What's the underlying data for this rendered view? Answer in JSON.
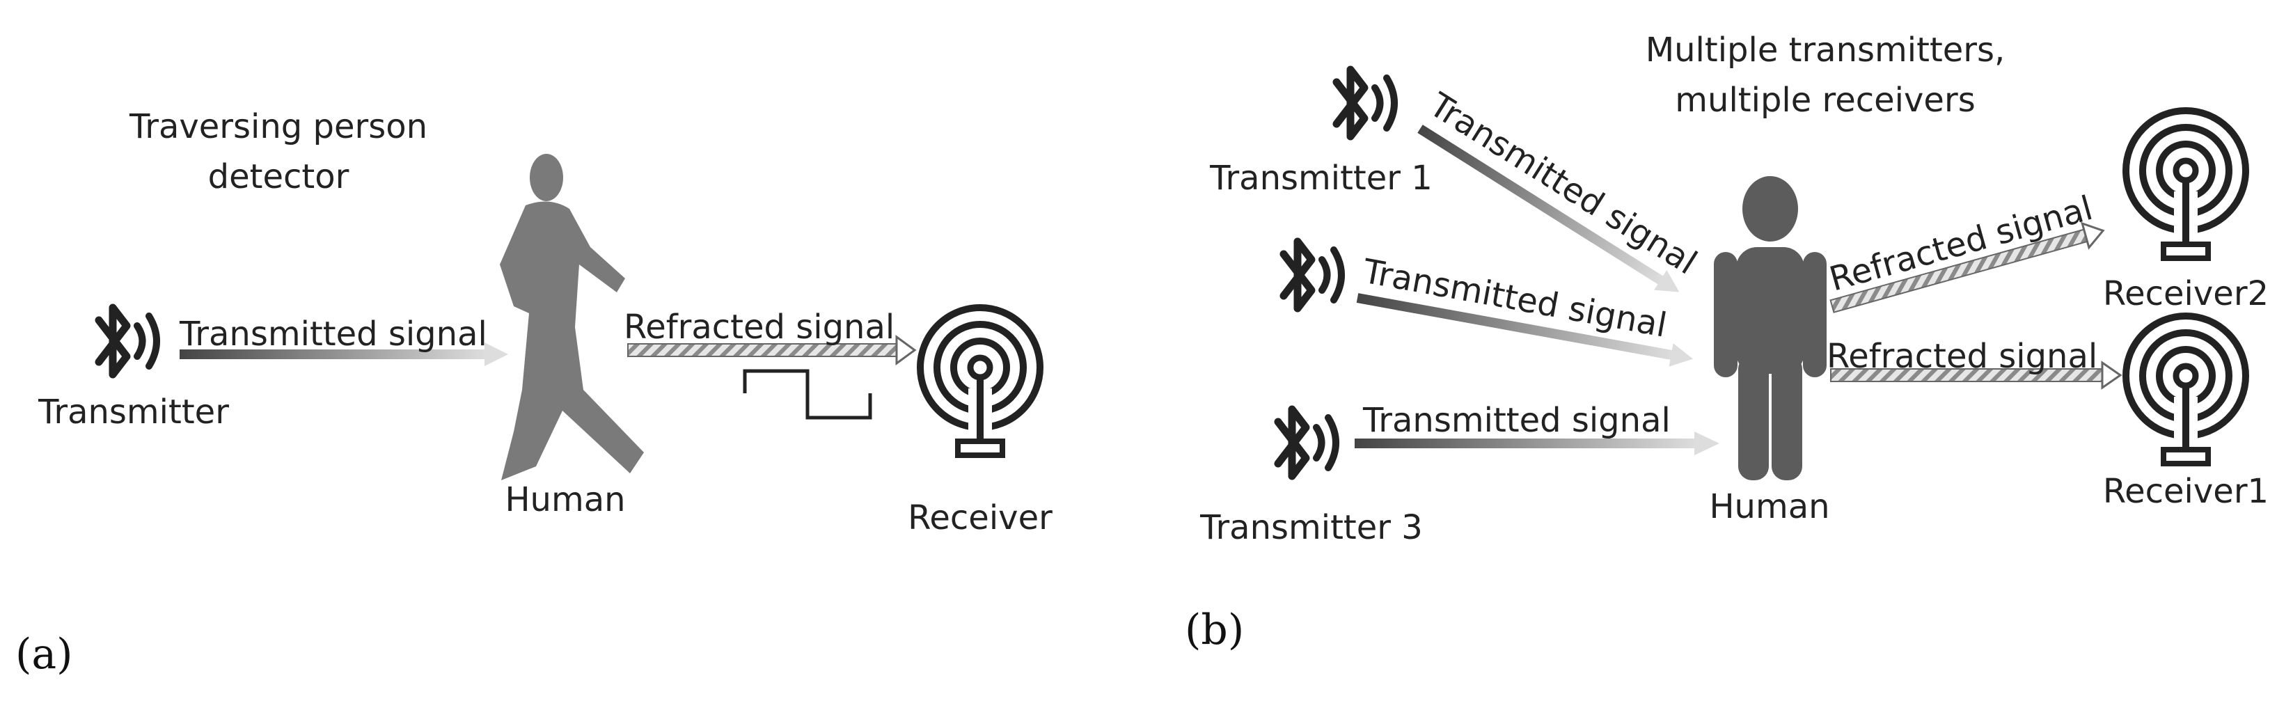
{
  "panel_a": {
    "label": "(a)",
    "title_lines": [
      "Traversing person",
      "detector"
    ],
    "transmitter_label": "Transmitter",
    "transmitted_signal": "Transmitted signal",
    "human_label": "Human",
    "refracted_signal": "Refracted signal",
    "receiver_label": "Receiver"
  },
  "panel_b": {
    "label": "(b)",
    "title_lines": [
      "Multiple transmitters,",
      "multiple receivers"
    ],
    "transmitters": [
      "Transmitter 1",
      "",
      "Transmitter 3"
    ],
    "transmitted_signals": [
      "Transmitted signal",
      "Transmitted signal",
      "Transmitted signal"
    ],
    "human_label": "Human",
    "refracted_signals": [
      "Refracted signal",
      "Refracted signal"
    ],
    "receivers": [
      "Receiver2",
      "Receiver1"
    ]
  },
  "colors": {
    "ink": "#222222",
    "walking_person": "#7a7a7a",
    "standing_person": "#5c5c5c",
    "signal_dark": "#4a4a4a",
    "signal_light": "#d8d8d8"
  },
  "icons": [
    "bluetooth-icon",
    "antenna-icon",
    "walking-person-icon",
    "standing-person-icon"
  ]
}
